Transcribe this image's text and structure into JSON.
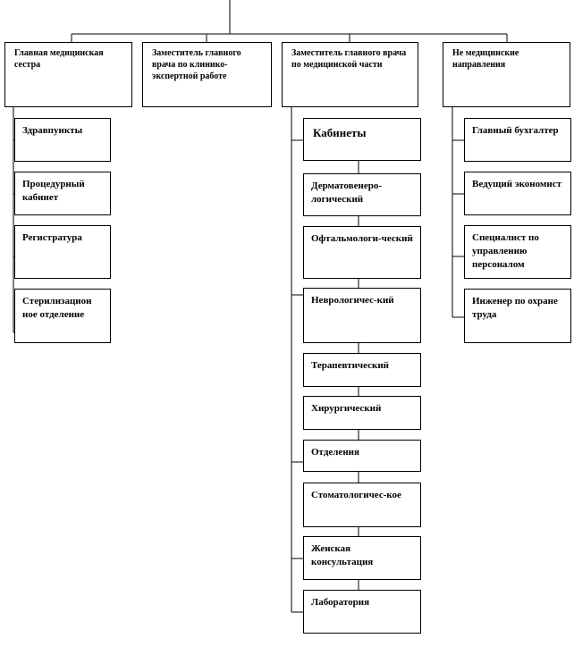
{
  "columns": [
    {
      "header": "Главная медицинская сестра",
      "items": [
        "Здравпункты",
        "Процедурный кабинет",
        "Регистратура",
        "Стерилизацион ное отделение"
      ]
    },
    {
      "header": "Заместитель главного врача по клинико-экспертной работе",
      "items": []
    },
    {
      "header": "Заместитель главного врача по медицинской части",
      "items": [
        "Кабинеты",
        "Дерматовенеро-логический",
        "Офтальмологи-ческий",
        "Неврологичес-кий",
        "Терапевтический",
        "Хирургический",
        "Отделения",
        "Стоматологичес-кое",
        "Женская консультация",
        "Лаборатория"
      ]
    },
    {
      "header": "Не медицинские направления",
      "items": [
        "Главный бухгалтер",
        "Ведущий экономист",
        "Специалист по управлению персоналом",
        "Инженер по охране труда"
      ]
    }
  ]
}
